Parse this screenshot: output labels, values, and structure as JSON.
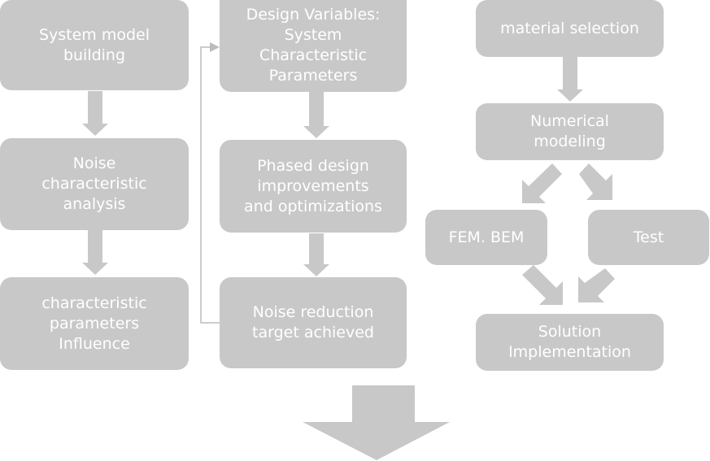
{
  "col1": {
    "system_model": "System model\nbuilding",
    "noise_analysis": "Noise\ncharacteristic\nanalysis",
    "param_influence": "characteristic\nparameters\nInfluence"
  },
  "col2": {
    "design_vars": "Design Variables:\nSystem\nCharacteristic\nParameters",
    "phased_design": "Phased design\nimprovements\nand optimizations",
    "target_achieved": "Noise reduction\ntarget achieved"
  },
  "col3": {
    "material": "material selection",
    "numerical": "Numerical\nmodeling",
    "fem_bem": "FEM. BEM",
    "test": "Test",
    "solution": "Solution\nImplementation"
  },
  "colors": {
    "box": "#c8c8c8",
    "arrow": "#c8c8c8",
    "line": "#bcbcbc",
    "text": "#ffffff"
  }
}
